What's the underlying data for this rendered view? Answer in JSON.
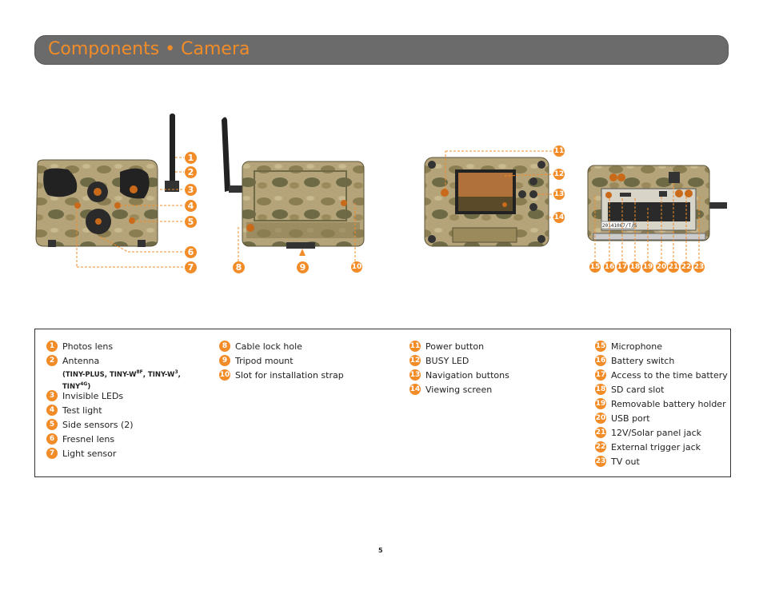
{
  "header": {
    "title": "Components • Camera"
  },
  "figure": {
    "callouts": [
      "1",
      "2",
      "3",
      "4",
      "5",
      "6",
      "7",
      "8",
      "9",
      "10",
      "11",
      "12",
      "13",
      "14",
      "15",
      "16",
      "17",
      "18",
      "19",
      "20",
      "21",
      "22",
      "23"
    ],
    "serial_label": "20141067/T/S",
    "colors": {
      "accent": "#f28c28",
      "camo_light": "#b5a37a",
      "camo_dark": "#6d6a45"
    }
  },
  "legend": {
    "col1": [
      {
        "n": "1",
        "label": "Photos lens"
      },
      {
        "n": "2",
        "label": "Antenna",
        "sub1": "(TINY-PLUS, TINY-W",
        "sup1": "8F",
        "sub2": ", TINY-W",
        "sup2": "3",
        "sub3": ",",
        "sub4": "TINY",
        "sup3": "4G",
        "sub5": ")"
      },
      {
        "n": "3",
        "label": "Invisible LEDs"
      },
      {
        "n": "4",
        "label": "Test light"
      },
      {
        "n": "5",
        "label": "Side sensors (2)"
      },
      {
        "n": "6",
        "label": "Fresnel lens"
      },
      {
        "n": "7",
        "label": "Light sensor"
      }
    ],
    "col2": [
      {
        "n": "8",
        "label": "Cable lock hole"
      },
      {
        "n": "9",
        "label": "Tripod mount"
      },
      {
        "n": "10",
        "label": "Slot for installation strap"
      }
    ],
    "col3": [
      {
        "n": "11",
        "label": "Power button"
      },
      {
        "n": "12",
        "label": "BUSY LED"
      },
      {
        "n": "13",
        "label": "Navigation buttons"
      },
      {
        "n": "14",
        "label": "Viewing screen"
      }
    ],
    "col4": [
      {
        "n": "15",
        "label": "Microphone"
      },
      {
        "n": "16",
        "label": "Battery switch"
      },
      {
        "n": "17",
        "label": "Access to the time battery"
      },
      {
        "n": "18",
        "label": "SD card slot"
      },
      {
        "n": "19",
        "label": "Removable battery holder"
      },
      {
        "n": "20",
        "label": "USB port"
      },
      {
        "n": "21",
        "label": "12V/Solar panel jack"
      },
      {
        "n": "22",
        "label": "External trigger jack"
      },
      {
        "n": "23",
        "label": "TV out"
      }
    ]
  },
  "footer": {
    "page_number": "5"
  }
}
